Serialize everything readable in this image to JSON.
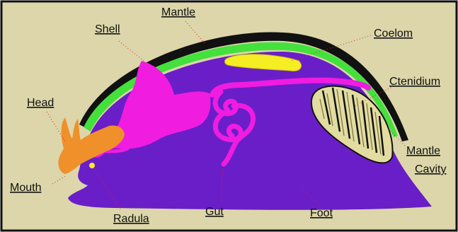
{
  "diagram": {
    "labels": {
      "shell": "Shell",
      "mantle": "Mantle",
      "coelom": "Coelom",
      "ctenidium": "Ctenidium",
      "head": "Head",
      "mantle_cavity_line1": "Mantle",
      "mantle_cavity_line2": "Cavity",
      "mouth": "Mouth",
      "radula": "Radula",
      "gut": "Gut",
      "foot": "Foot"
    },
    "colors": {
      "background": "#dcd6aa",
      "frame": "#111111",
      "shell": "#111111",
      "mantle": "#44e03c",
      "body": "#6a1ec8",
      "gut": "#f01ce0",
      "head": "#f0902a",
      "coelom": "#f4ee22",
      "ctenidium": "#e2dca0",
      "leader_line": "#e0242a"
    }
  }
}
